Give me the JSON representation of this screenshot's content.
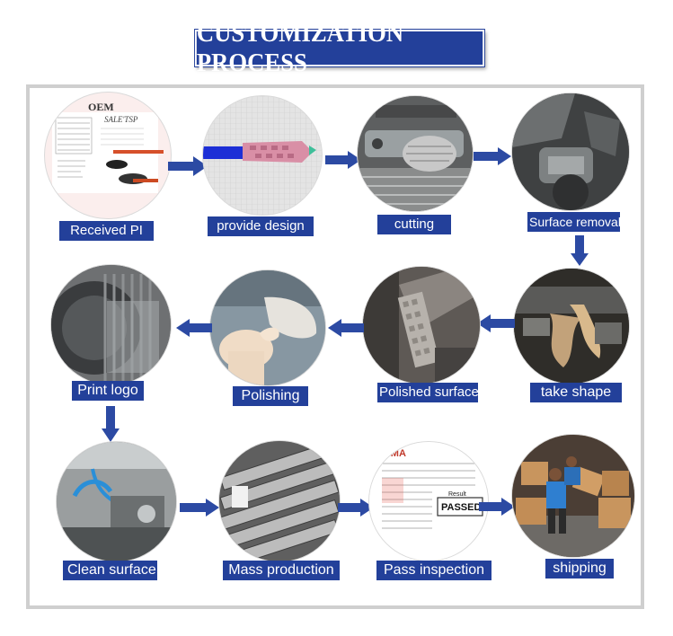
{
  "title": "CUSTOMIZATION PROCESS",
  "colors": {
    "accent": "#23409a",
    "arrow": "#2c4aa3",
    "frame": "#cfcfcf"
  },
  "steps": [
    {
      "label": "Received PI",
      "icon": "document-photo"
    },
    {
      "label": "provide design",
      "icon": "design-rendering-photo"
    },
    {
      "label": "cutting",
      "icon": "cutting-machine-photo"
    },
    {
      "label": "Surface removal",
      "icon": "grinding-machine-photo"
    },
    {
      "label": "take shape",
      "icon": "shaping-photo"
    },
    {
      "label": "Polished surface",
      "icon": "polished-blade-photo"
    },
    {
      "label": "Polishing",
      "icon": "hand-polishing-photo"
    },
    {
      "label": "Print logo",
      "icon": "print-logo-photo"
    },
    {
      "label": "Clean surface",
      "icon": "cleaning-machine-photo"
    },
    {
      "label": "Mass production",
      "icon": "mass-production-photo"
    },
    {
      "label": "Pass inspection",
      "icon": "inspection-report-photo"
    },
    {
      "label": "shipping",
      "icon": "shipping-photo"
    }
  ],
  "photo_text": {
    "oem": "OEM",
    "passed": "PASSED",
    "result": "Result"
  }
}
